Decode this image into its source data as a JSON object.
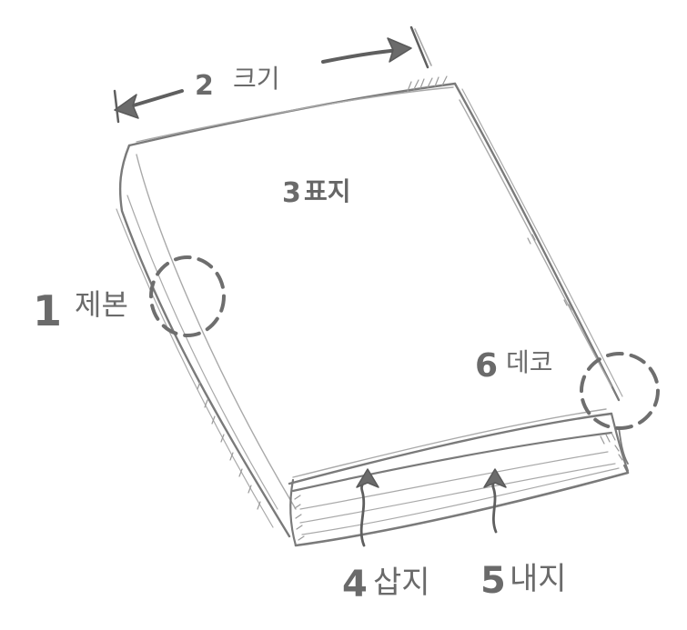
{
  "labels": {
    "binding": {
      "number": "1",
      "text": "제본"
    },
    "size": {
      "number": "2",
      "text": "크기"
    },
    "cover": {
      "number": "3",
      "text": "표지"
    },
    "endpaper": {
      "number": "4",
      "text": "삽지"
    },
    "inner_pages": {
      "number": "5",
      "text": "내지"
    },
    "headband": {
      "number": "6",
      "text": "데코"
    }
  },
  "colors": {
    "pencil": "#7a7a7a",
    "pencil_light": "#a9a9a9",
    "label_gray": "#6a6a6a",
    "background": "#ffffff"
  }
}
